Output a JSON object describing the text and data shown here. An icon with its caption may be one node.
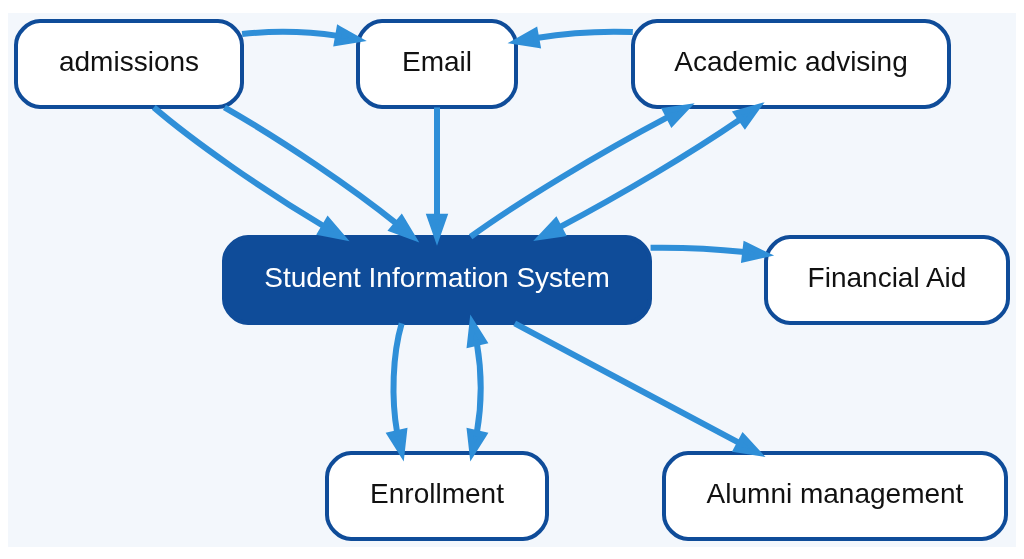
{
  "diagram": {
    "nodes": [
      {
        "text": [
          "admissions"
        ]
      },
      {
        "text": [
          "Email"
        ]
      },
      {
        "text": [
          "Academic advising"
        ]
      },
      {
        "text": [
          "Student Information System"
        ]
      },
      {
        "text": [
          "Financial Aid"
        ]
      },
      {
        "text": [
          "Enrollment"
        ]
      },
      {
        "text": [
          "Alumni management"
        ]
      }
    ],
    "edges": [
      {
        "from": 0,
        "to": 1,
        "arrow": "to"
      },
      {
        "from": 0,
        "to": 3,
        "arrow": "to"
      },
      {
        "from": 0,
        "to": 3,
        "arrow": "to"
      },
      {
        "from": 1,
        "to": 3,
        "arrow": "to"
      },
      {
        "from": 2,
        "to": 1,
        "arrow": "to"
      },
      {
        "from": 3,
        "to": 2,
        "arrow": "to"
      },
      {
        "from": 3,
        "to": 2,
        "arrow": "both"
      },
      {
        "from": 3,
        "to": 4,
        "arrow": "to"
      },
      {
        "from": 3,
        "to": 5,
        "arrow": "to"
      },
      {
        "from": 3,
        "to": 5,
        "arrow": "both"
      },
      {
        "from": 3,
        "to": 6,
        "arrow": "to"
      }
    ]
  }
}
